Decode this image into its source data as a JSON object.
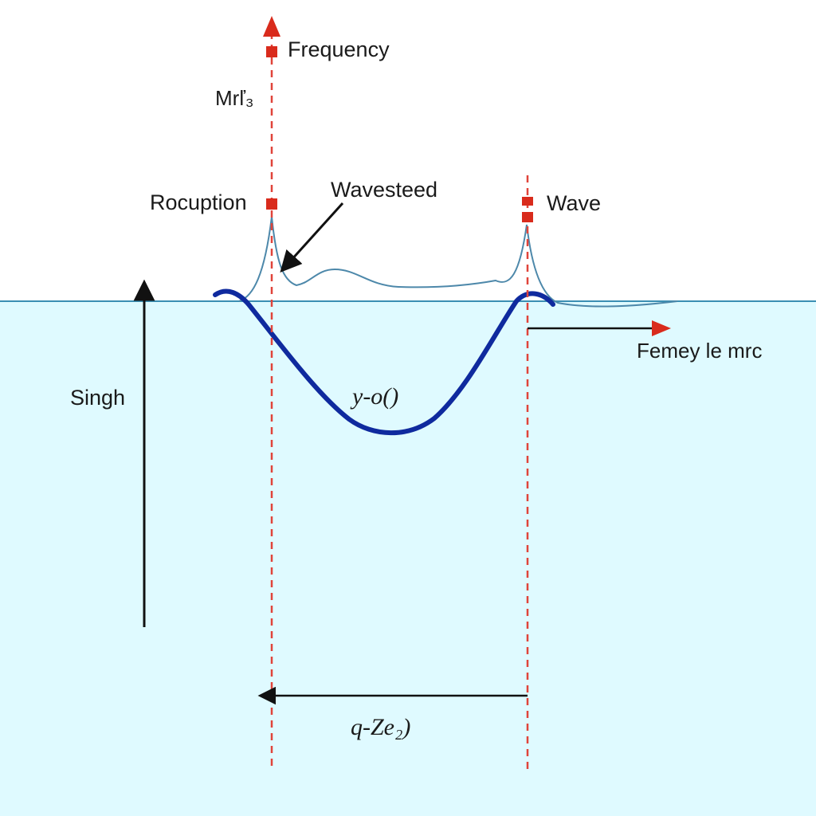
{
  "labels": {
    "frequency": "Frequency",
    "mrl": "Mrľ₃",
    "rocuption": "Rocuption",
    "wavesteed": "Wavesteed",
    "wave": "Wave",
    "femey": "Femey le mrc",
    "singh": "Singh",
    "formula_curve": "y-o()",
    "formula_bottom": "q-Ze₂)"
  },
  "colors": {
    "water": "#dffaff",
    "surface_line": "#3b8fb3",
    "spike_line": "#4d88aa",
    "main_curve": "#0f2a9e",
    "guide_line": "#e0443a",
    "marker": "#d92b1c",
    "arrow_black": "#111111",
    "arrow_red": "#d92b1c"
  }
}
